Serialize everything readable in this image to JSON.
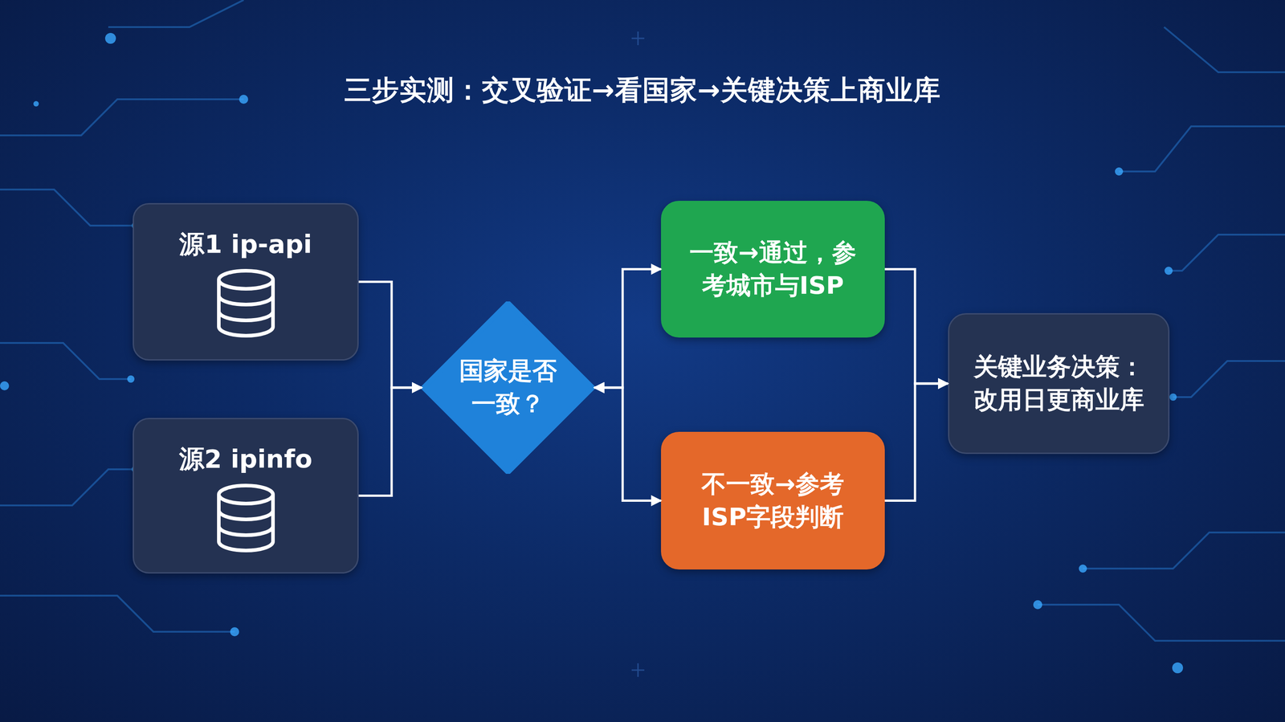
{
  "diagram": {
    "title": "三步实测：交叉验证→看国家→关键决策上商业库",
    "nodes": [
      {
        "text": [
          "源1 ip-api"
        ]
      },
      {
        "text": [
          "源2 ipinfo"
        ]
      },
      {
        "text": [
          "国家是否 一致？"
        ]
      },
      {
        "text": [
          "一致→通过，参考城市与ISP"
        ]
      },
      {
        "text": [
          "不一致→参考ISP字段判断"
        ]
      },
      {
        "text": [
          "关键业务决策：改用日更商业库"
        ]
      }
    ],
    "edges": [
      {
        "from": 0,
        "to": 2,
        "arrow": "to"
      },
      {
        "from": 1,
        "to": 2,
        "arrow": "to"
      },
      {
        "from": 2,
        "to": 3,
        "arrow": "both"
      },
      {
        "from": 2,
        "to": 4,
        "arrow": "both"
      },
      {
        "from": 3,
        "to": 5,
        "arrow": "to"
      },
      {
        "from": 4,
        "to": 5,
        "arrow": "to"
      }
    ]
  }
}
